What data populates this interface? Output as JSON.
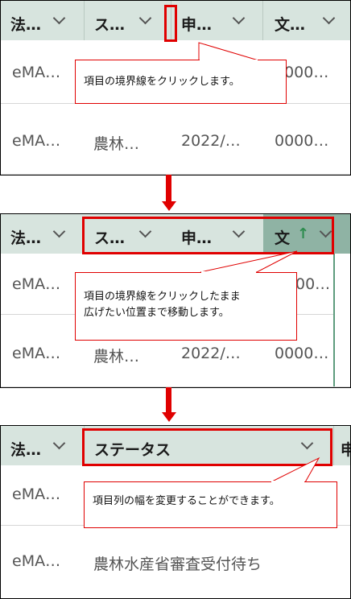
{
  "step1": {
    "headers": [
      "法…",
      "ス…",
      "申…",
      "文…"
    ],
    "rows": [
      [
        "eMA…",
        "",
        "",
        "0000…"
      ],
      [
        "eMA…",
        "農林…",
        "2022/…",
        "0000…"
      ]
    ],
    "callout": "項目の境界線をクリックします。"
  },
  "step2": {
    "headers": [
      "法…",
      "ス…",
      "申…",
      "文"
    ],
    "sort_indicator": "↑",
    "rows": [
      [
        "eMA…",
        "",
        "",
        "00…"
      ],
      [
        "eMA…",
        "農林…",
        "2022/…",
        "0000…"
      ]
    ],
    "callout_line1": "項目の境界線をクリックしたまま",
    "callout_line2": "広げたい位置まで移動します。"
  },
  "step3": {
    "headers": [
      "法…",
      "ステータス",
      "申"
    ],
    "rows": [
      [
        "eMA…",
        ""
      ],
      [
        "eMA…",
        "農林水産省審査受付待ち"
      ]
    ],
    "callout": "項目列の幅を変更することができます。"
  },
  "colors": {
    "header_bg": "#d7e4de",
    "highlight": "#e00000",
    "sort_active_bg": "#8fb3a4",
    "sort_arrow": "#2d8c4e"
  }
}
